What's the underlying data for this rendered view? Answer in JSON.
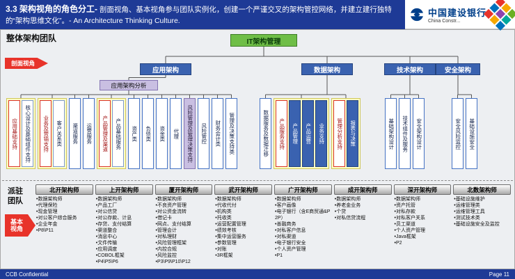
{
  "header": {
    "title_bold": "3.3 架构视角的角色分工-",
    "title_rest": " 剖面视角、基本视角参与团队实例化，创建一个严谨交叉的架构管控网络，并建立建行独特的“架构思维文化”。- An Architecture Thinking Culture.",
    "bank_name": "中国建设银行",
    "bank_name_en": "China Constr..."
  },
  "overall": {
    "label": "整体架构团队",
    "section_view": "剖面视角",
    "root": "IT架构管理",
    "app_analysis": "应用架构分析",
    "branches": [
      "应用架构",
      "数据架构",
      "技术架构",
      "安全架构"
    ],
    "sections": [
      {
        "id": "app",
        "groups": [
          {
            "yellow": true,
            "boxes": [
              {
                "text": "应用基础支持",
                "style": "red"
              },
              {
                "text": "核心设计及基础组件支持",
                "style": "white"
              }
            ]
          },
          {
            "yellow": true,
            "boxes": [
              {
                "text": "业务及营销支持",
                "style": "red"
              },
              {
                "text": "客户关系类",
                "style": "white"
              }
            ]
          },
          {
            "boxes": [
              {
                "text": "渠道服务",
                "style": "plain"
              }
            ]
          },
          {
            "boxes": [
              {
                "text": "运营服务",
                "style": "plain"
              }
            ]
          },
          {
            "yellow": true,
            "boxes": [
              {
                "text": "产品管理及渠道",
                "style": "red"
              },
              {
                "text": "产品基础服务",
                "style": "white"
              }
            ]
          },
          {
            "boxes": [
              {
                "text": "资产类",
                "style": "plain"
              }
            ]
          },
          {
            "boxes": [
              {
                "text": "负债类",
                "style": "plain"
              }
            ]
          },
          {
            "boxes": [
              {
                "text": "资金类",
                "style": "plain"
              }
            ]
          },
          {
            "boxes": [
              {
                "text": "代理",
                "style": "plain"
              }
            ]
          },
          {
            "boxes": [
              {
                "text": "风险管理及管理决策支持",
                "style": "lavender"
              }
            ]
          },
          {
            "boxes": [
              {
                "text": "风险管控",
                "style": "plain"
              }
            ]
          },
          {
            "boxes": [
              {
                "text": "财务会计类",
                "style": "plain"
              }
            ]
          },
          {
            "boxes": [
              {
                "text": "管理及决策支持类",
                "style": "plain"
              }
            ]
          }
        ]
      },
      {
        "id": "data",
        "groups": [
          {
            "boxes": [
              {
                "text": "数据服务及数据迁移",
                "style": "plain"
              }
            ]
          },
          {
            "yellow": true,
            "boxes": [
              {
                "text": "产品服务支持",
                "style": "red"
              },
              {
                "text": "产品管理",
                "style": "blue"
              },
              {
                "text": "产品运营",
                "style": "blue"
              },
              {
                "text": "业务支持",
                "style": "blue"
              }
            ]
          },
          {
            "yellow": true,
            "boxes": [
              {
                "text": "管理分析支持",
                "style": "red"
              },
              {
                "text": "报表与决策",
                "style": "blue"
              }
            ]
          }
        ]
      },
      {
        "id": "tech",
        "groups": [
          {
            "boxes": [
              {
                "text": "基础架构设计",
                "style": "plain"
              }
            ]
          },
          {
            "boxes": [
              {
                "text": "技术组件及服务",
                "style": "plain"
              }
            ]
          },
          {
            "boxes": [
              {
                "text": "安全架构设计",
                "style": "plain"
              }
            ]
          }
        ]
      },
      {
        "id": "sec",
        "groups": [
          {
            "boxes": [
              {
                "text": "安全风险监控",
                "style": "plain"
              }
            ]
          },
          {
            "boxes": [
              {
                "text": "基础设施安全",
                "style": "plain"
              }
            ]
          }
        ]
      }
    ]
  },
  "dispatch": {
    "label": "派驻团队",
    "basic_view": "基本视角",
    "teams": [
      {
        "name": "北开架构师",
        "items": [
          "数据架构师",
          "代理保险",
          "现金管理",
          "对公客户综合服务",
          "企业年金",
          "P8\\P11"
        ]
      },
      {
        "name": "上开架构师",
        "items": [
          "数据架构师",
          "产品工厂",
          "对公信贷",
          "对公存款、计息",
          "存贷、支付结算",
          "渠道整合",
          "消息中心",
          "文件传输",
          "应用调度",
          "COBOL框架",
          "P4\\P5\\P6"
        ]
      },
      {
        "name": "厦开架构师",
        "items": [
          "数据架构师",
          "不良资产管理",
          "对公资金流转",
          "借记卡",
          "网点、支付结算",
          "管理会计",
          "对私理财",
          "风险管理框架",
          "内控合规",
          "风险监控",
          "P3\\P9\\P10\\P12"
        ]
      },
      {
        "name": "武开架构师",
        "items": [
          "数据架构师",
          "代收代付",
          "机构类",
          "托收类",
          "运营配置管理",
          "绩效考核",
          "集中运营服务",
          "参数管理",
          "对账",
          "3R框架"
        ]
      },
      {
        "name": "广开架构师",
        "items": [
          "数据架构师",
          "客户画像",
          "电子银行（含E商贸通&P2P）",
          "善融商务",
          "对私客户信息",
          "对私渠道",
          "电子银行安全",
          "个人资产管理",
          "P1"
        ]
      },
      {
        "name": "成开架构师",
        "items": [
          "数据架构师",
          "养老金业务",
          "个贷",
          "对私信贷流程"
        ]
      },
      {
        "name": "深开架构师",
        "items": [
          "数据架构师",
          "资产托管",
          "对私存款",
          "对私客户关系",
          "员工渠道",
          "个人资产管理",
          "Java框架",
          "P2"
        ]
      },
      {
        "name": "北数架构师",
        "items": [
          "基础设施维护",
          "运维管理类",
          "运维管理工具",
          "测试技术类",
          "基础设施安全及监控"
        ]
      }
    ]
  },
  "footer": {
    "left": "CCB Confidential",
    "right": "Page  11"
  },
  "colors": {
    "header_blue": "#1e3a96",
    "arrow_red": "#e8332a",
    "root_green": "#6fbe47",
    "branch_blue": "#3a62b0",
    "lavender": "#c9bfe2",
    "group_yellow": "#ffffc4",
    "ccb_blue": "#003f8a"
  }
}
